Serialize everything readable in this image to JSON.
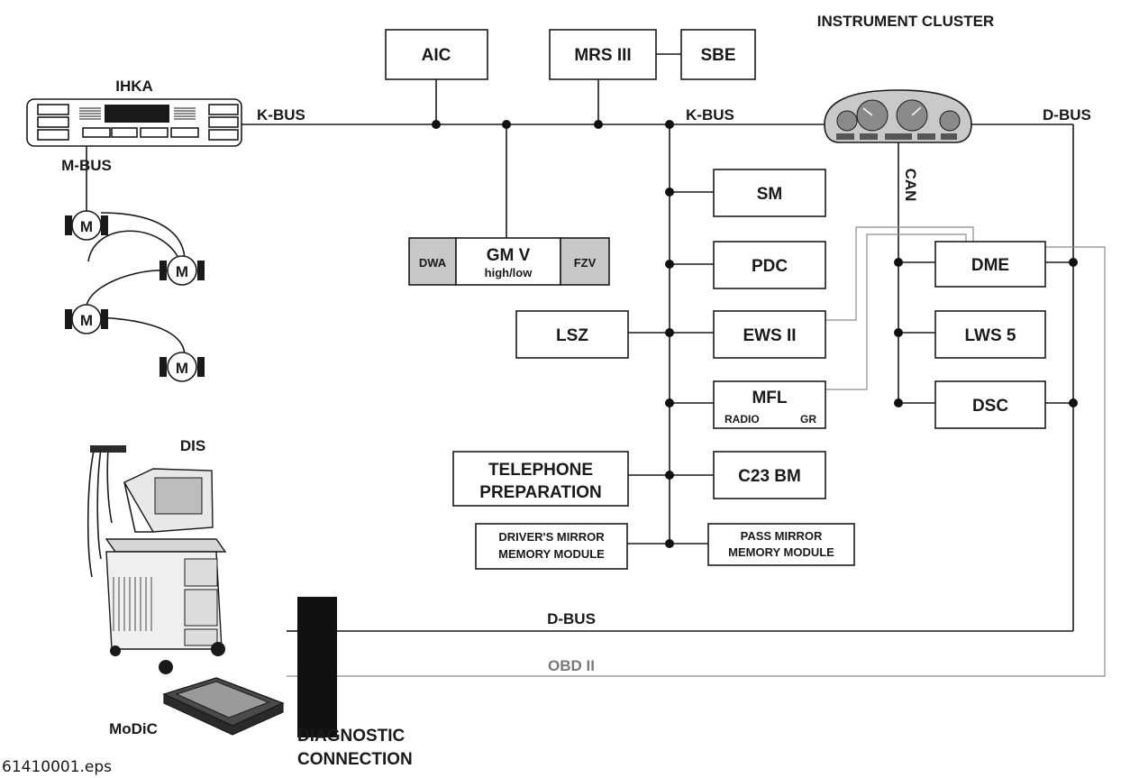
{
  "title": "INSTRUMENT CLUSTER",
  "buses": {
    "kbus_left": "K-BUS",
    "kbus_right": "K-BUS",
    "dbus_top": "D-BUS",
    "mbus": "M-BUS",
    "can": "CAN",
    "dbus_bottom": "D-BUS",
    "obd": "OBD II"
  },
  "modules": {
    "ihka": "IHKA",
    "aic": "AIC",
    "mrs": "MRS III",
    "sbe": "SBE",
    "sm": "SM",
    "pdc": "PDC",
    "lsz": "LSZ",
    "ews": "EWS II",
    "mfl": "MFL",
    "mfl_radio": "RADIO",
    "mfl_gr": "GR",
    "telephone_1": "TELEPHONE",
    "telephone_2": "PREPARATION",
    "c23": "C23 BM",
    "driver_mirror_1": "DRIVER'S MIRROR",
    "driver_mirror_2": "MEMORY MODULE",
    "pass_mirror_1": "PASS MIRROR",
    "pass_mirror_2": "MEMORY MODULE",
    "dme": "DME",
    "lws": "LWS 5",
    "dsc": "DSC",
    "gmv": "GM V",
    "gmv_sub": "high/low",
    "dwa": "DWA",
    "fzv": "FZV",
    "motor": "M"
  },
  "tools": {
    "dis": "DIS",
    "modic": "MoDiC",
    "diag_1": "DIAGNOSTIC",
    "diag_2": "CONNECTION"
  },
  "filename": "61410001.eps",
  "colors": {
    "line": "#1a1a1a",
    "obd_line": "#8c8c8c",
    "shaded_box": "#c8c8c8",
    "connector": "#111111"
  }
}
